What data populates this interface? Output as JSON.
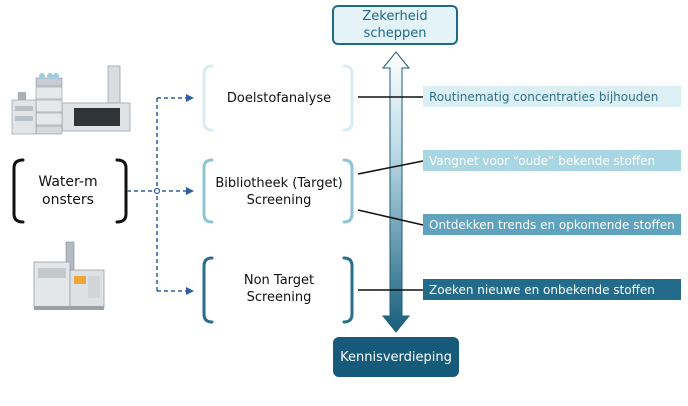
{
  "top_box": {
    "text": "Zekerheid scheppen"
  },
  "bottom_box": {
    "text": "Kennisverdieping"
  },
  "water_samples": {
    "text": "Water-monsters"
  },
  "methods": [
    {
      "label": "Doelstofanalyse"
    },
    {
      "label": "Bibliotheek (Target) Screening"
    },
    {
      "label": "Non Target Screening"
    }
  ],
  "outcomes": [
    {
      "label": "Routinematig concentraties bijhouden"
    },
    {
      "label": "Vangnet voor “oude” bekende stoffen"
    },
    {
      "label": "Ontdekken trends en opkomende stoffen"
    },
    {
      "label": "Zoeken nieuwe en onbekende stoffen"
    }
  ],
  "colors": {
    "dark_blue": "#155a79",
    "bracket_1": "#d8ecf2",
    "bracket_2": "#8fc3d6",
    "bracket_3": "#2a6e8c",
    "dashed_arrow": "#2f5f9e"
  }
}
